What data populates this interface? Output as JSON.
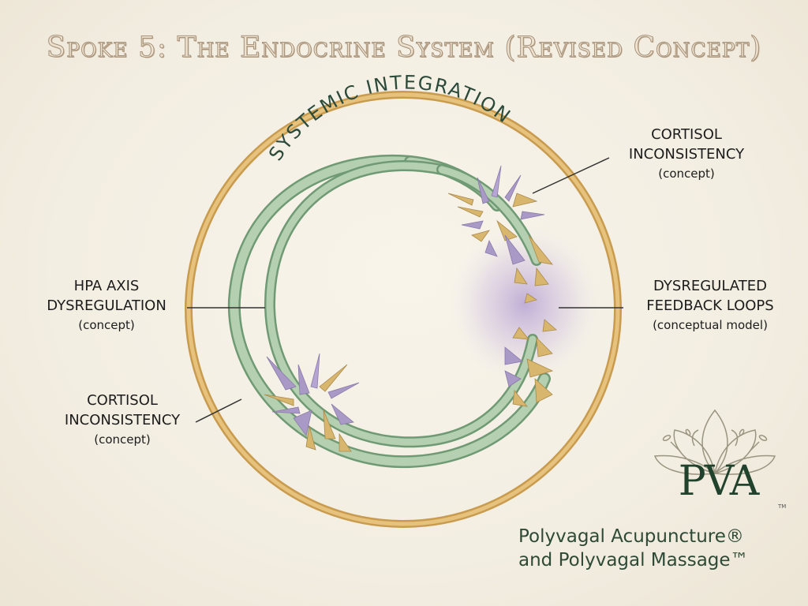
{
  "title": "Spoke 5: The Endocrine System (Revised Concept)",
  "ring_label": "SYSTEMIC INTEGRATION",
  "labels": {
    "cortisol_top": {
      "line1": "CORTISOL",
      "line2": "INCONSISTENCY",
      "sub": "(concept)"
    },
    "hpa_axis": {
      "line1": "HPA AXIS",
      "line2": "DYSREGULATION",
      "sub": "(concept)"
    },
    "cortisol_bottom": {
      "line1": "CORTISOL",
      "line2": "INCONSISTENCY",
      "sub": "(concept)"
    },
    "feedback_loops": {
      "line1": "DYSREGULATED",
      "line2": "FEEDBACK LOOPS",
      "sub": "(conceptual model)"
    }
  },
  "logo": {
    "letters": "PVA",
    "tm": "TM",
    "line1": "Polyvagal Acupuncture®",
    "line2": "and Polyvagal Massage™"
  },
  "colors": {
    "outer_ring": "#d9b36a",
    "arcs": "#a9c7a6",
    "arc_edge": "#6f9a73",
    "shard_purple": "#a899c7",
    "shard_gold": "#d8b66e",
    "glow": "#b9a4d3",
    "logo_green": "#21432d"
  }
}
